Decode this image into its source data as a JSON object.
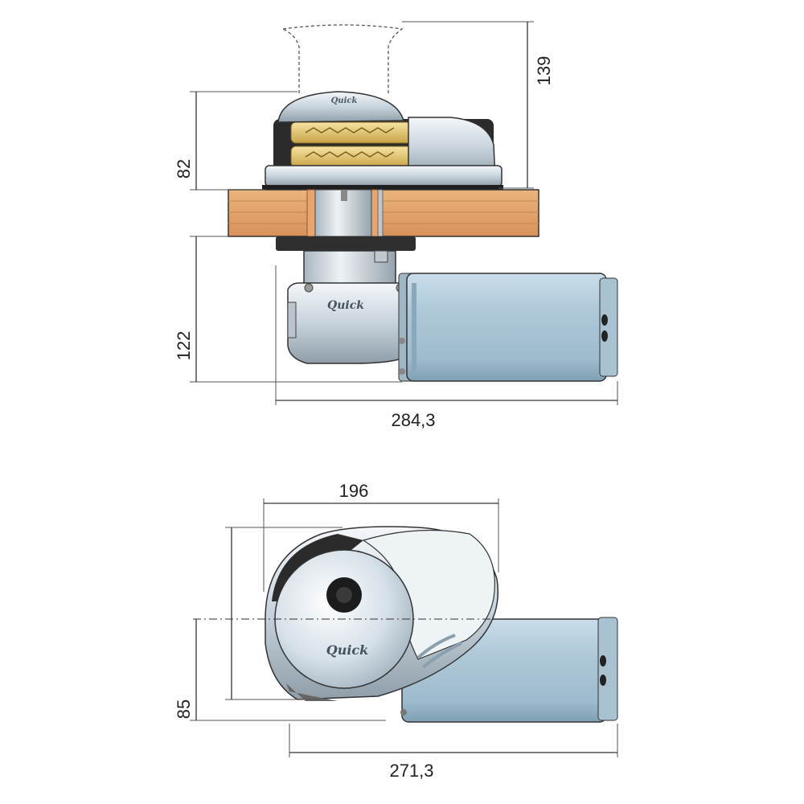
{
  "dimensions": {
    "top_height": "139",
    "above_deck": "82",
    "below_deck": "122",
    "side_width": "284,3",
    "plan_width": "196",
    "plan_offset": "85",
    "plan_total": "271,3"
  },
  "logo": "Quick",
  "colors": {
    "motor_blue": "#b7cfdd",
    "motor_dark": "#8aa8bb",
    "deck_wood": "#e3a56e",
    "chrome": "#d8e2ea",
    "gypsy_gold": "#e6c86a",
    "dark_base": "#2b2b2b"
  }
}
